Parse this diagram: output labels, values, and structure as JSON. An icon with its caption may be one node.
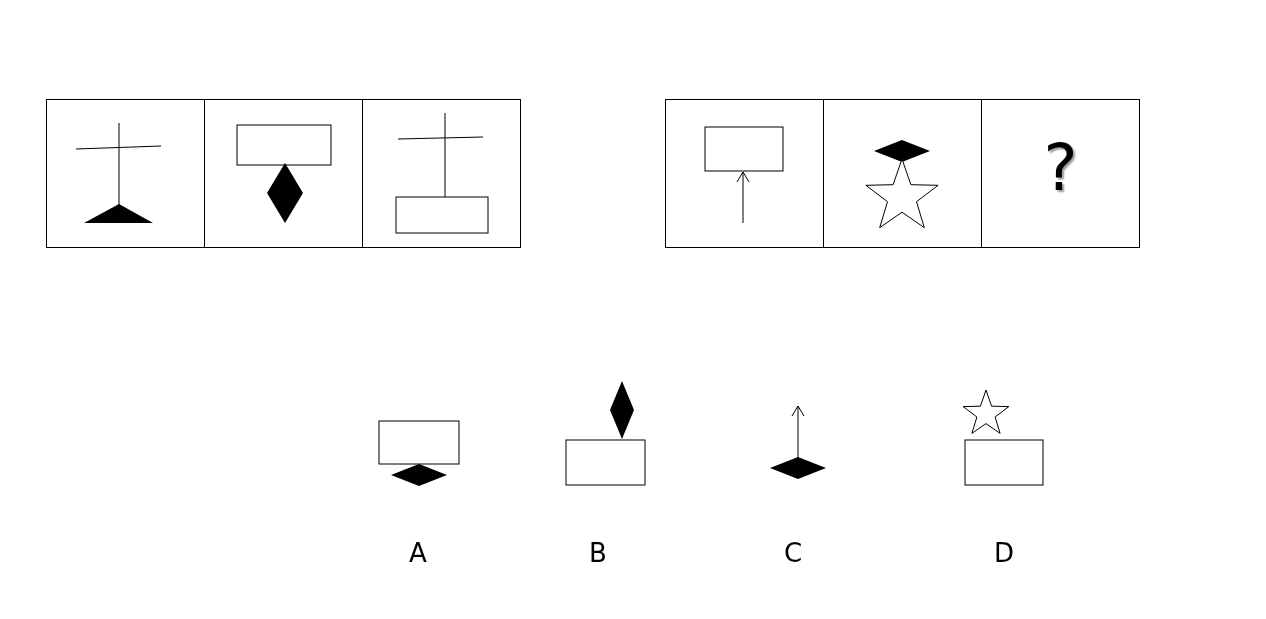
{
  "diagram": {
    "nodes": [
      {
        "text": [],
        "shape": "box"
      },
      {
        "text": [],
        "shape": "box"
      },
      {
        "text": [],
        "shape": "box"
      },
      {
        "text": [],
        "shape": "box"
      },
      {
        "text": [],
        "shape": "box"
      },
      {
        "text": [
          "?"
        ]
      }
    ],
    "labels": [
      "A",
      "B",
      "C",
      "D"
    ]
  }
}
